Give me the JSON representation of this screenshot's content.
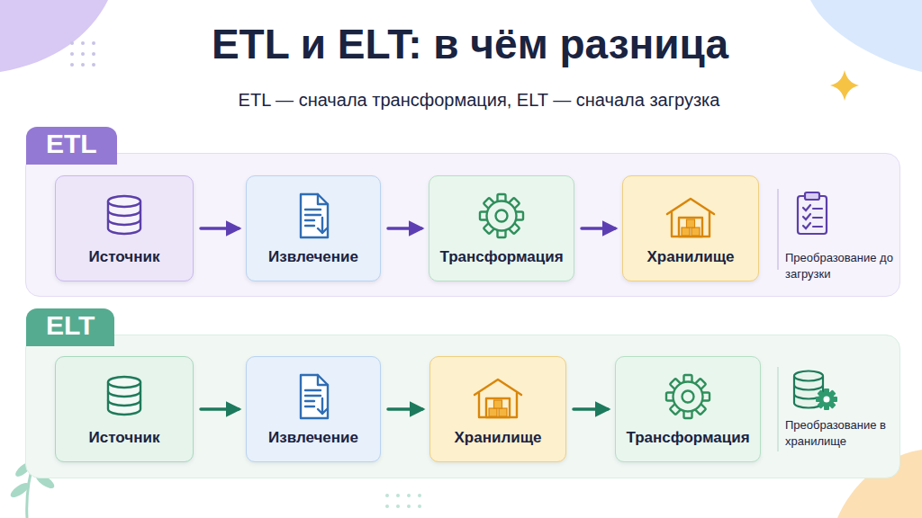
{
  "diagram": {
    "title": "ETL и ELT: в чём разница",
    "caption": "ETL — сначала трансформация, ELT — сначала загрузка",
    "nodes": [
      {
        "text": [
          "ETL"
        ]
      },
      {
        "text": [
          "Источник"
        ],
        "in": 0
      },
      {
        "text": [
          "Извлечение"
        ],
        "in": 0
      },
      {
        "text": [
          "Трансформация"
        ],
        "in": 0
      },
      {
        "text": [
          "Хранилище"
        ],
        "in": 0
      },
      {
        "text": [
          "ELT"
        ]
      },
      {
        "text": [
          "Источник"
        ],
        "in": 5
      },
      {
        "text": [
          "Извлечение"
        ],
        "in": 5
      },
      {
        "text": [
          "Хранилище"
        ],
        "in": 5
      },
      {
        "text": [
          "Трансформация"
        ],
        "in": 5
      }
    ],
    "edges": [
      {
        "from": 1,
        "to": 2,
        "arrow": "to"
      },
      {
        "from": 2,
        "to": 3,
        "arrow": "to"
      },
      {
        "from": 3,
        "to": 4,
        "arrow": "to"
      },
      {
        "from": 6,
        "to": 7,
        "arrow": "to"
      },
      {
        "from": 7,
        "to": 8,
        "arrow": "to"
      },
      {
        "from": 8,
        "to": 9,
        "arrow": "to"
      }
    ],
    "labels": [
      "Преобразование до загрузки",
      "Преобразование в хранилище"
    ]
  }
}
